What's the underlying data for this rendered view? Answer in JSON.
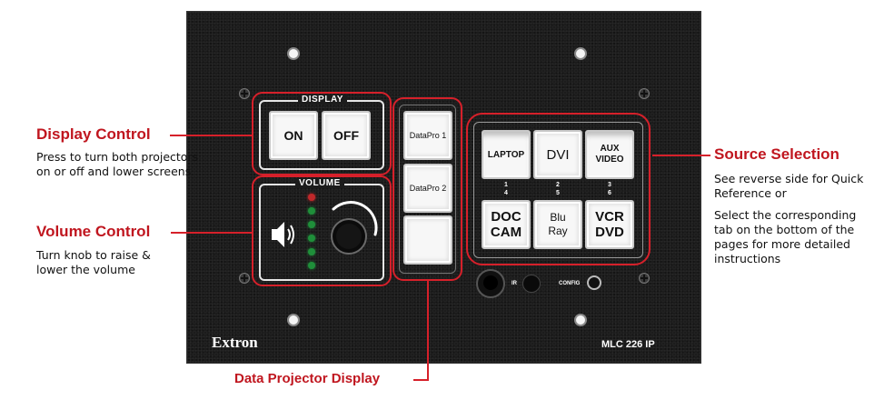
{
  "panel": {
    "brand": "Extron",
    "model": "MLC 226 IP",
    "display_group_title": "DISPLAY",
    "volume_group_title": "VOLUME",
    "display_buttons": [
      "ON",
      "OFF"
    ],
    "datapro_buttons": [
      "DataPro 1",
      "DataPro 2",
      ""
    ],
    "source_buttons": [
      {
        "label": "LAPTOP",
        "number": "1"
      },
      {
        "label": "DVI",
        "number": "2"
      },
      {
        "label": "AUX\nVIDEO",
        "number": "3"
      },
      {
        "label": "DOC\nCAM",
        "number": "4"
      },
      {
        "label": "Blu\nRay",
        "number": "5"
      },
      {
        "label": "VCR\nDVD",
        "number": "6"
      }
    ],
    "ir_label": "IR",
    "config_label": "CONFIG",
    "volume_leds": [
      "red",
      "green",
      "green",
      "green",
      "green",
      "green"
    ],
    "led_colors": {
      "red": "#c0282a",
      "green": "#1f8f3a"
    }
  },
  "callouts": {
    "display_control": {
      "title": "Display Control",
      "text": "Press to turn both projectors on or off and lower screens"
    },
    "volume_control": {
      "title": "Volume Control",
      "text": "Turn knob to raise & lower the volume"
    },
    "source_selection": {
      "title": "Source Selection",
      "text1": "See reverse side for Quick Reference or",
      "text2": "Select the corresponding tab on the bottom of the pages for more detailed instructions"
    },
    "data_projector_display": {
      "title": "Data Projector Display"
    }
  },
  "colors": {
    "callout_red": "#c0161f",
    "panel": "#1c1c1c"
  }
}
